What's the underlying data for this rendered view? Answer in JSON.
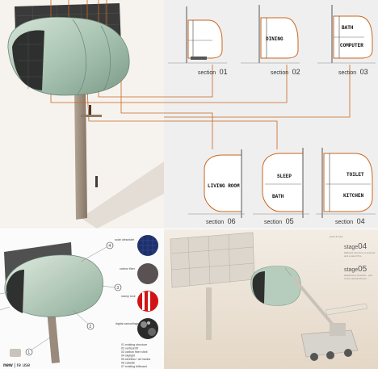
{
  "sections_top": [
    {
      "label": "section",
      "number": "01"
    },
    {
      "label": "section",
      "number": "02"
    },
    {
      "label": "section",
      "number": "03"
    }
  ],
  "sections_bottom": [
    {
      "label": "section",
      "number": "06"
    },
    {
      "label": "section",
      "number": "05"
    },
    {
      "label": "section",
      "number": "04"
    }
  ],
  "rooms": {
    "s02": "DINING",
    "s03a": "BATH",
    "s03b": "COMPUTER",
    "s06": "LIVING ROOM",
    "s05a": "SLEEP",
    "s05b": "BATH",
    "s04a": "TOILET",
    "s04b": "KITCHEN"
  },
  "callouts": [
    "4",
    "3",
    "2",
    "1"
  ],
  "materials": [
    {
      "name": "solar ultraviolet",
      "color": "#1e2f6b"
    },
    {
      "name": "carbon fiber",
      "color": "#5a5252"
    },
    {
      "name": "nanny tone",
      "color": "#d01414"
    },
    {
      "name": "digital camouflage",
      "color": "#2b2b2b"
    }
  ],
  "legend": [
    "01  existing structure",
    "02  vertical lift",
    "03  carbon fiber shell",
    "04  skylight",
    "05  wireless / all modes",
    "06  catwalk",
    "07  existing billboard"
  ],
  "logo": {
    "brand": "new",
    "suffix": "re use"
  },
  "stages": [
    {
      "label": "stage",
      "number": "04"
    },
    {
      "label": "stage",
      "number": "05"
    }
  ],
  "br_header": "pods & hoist",
  "stage_notes": [
    "billboard structure is secured",
    "and a steel lift is",
    "attached to structure - pod",
    "to the vertical lift and"
  ],
  "colors": {
    "accent": "#c9661c",
    "shell": "#b4cdbc",
    "shell_dark": "#7c9a89",
    "pole": "#9a8a7c",
    "crane": "#d7d3cd"
  }
}
